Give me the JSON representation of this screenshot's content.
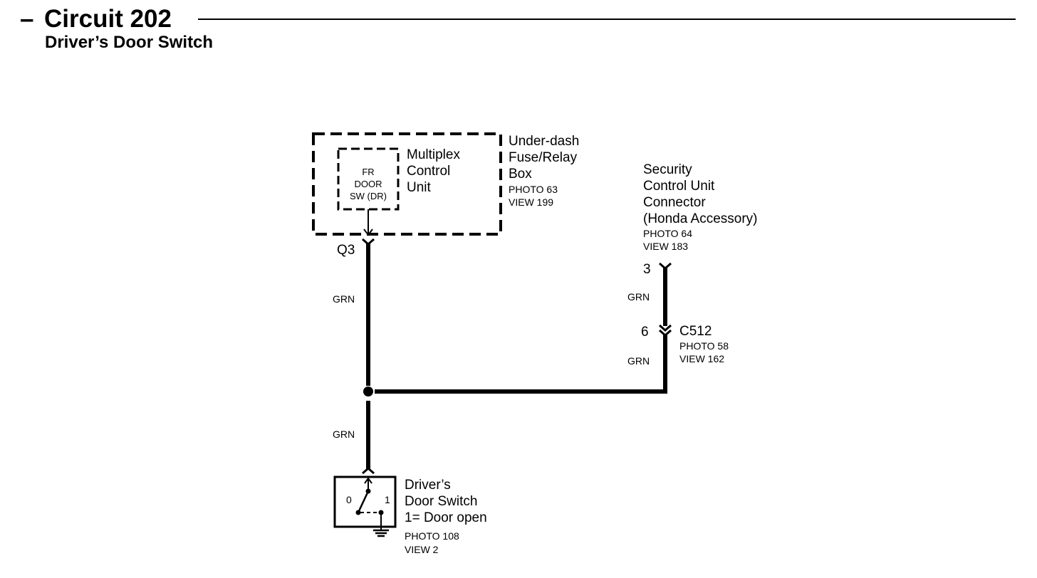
{
  "header": {
    "dash": "–",
    "title": "Circuit 202",
    "subtitle": "Driver’s Door Switch"
  },
  "fuse_box": {
    "name_lines": [
      "Under-dash",
      "Fuse/Relay",
      "Box"
    ],
    "photo": "PHOTO 63",
    "view": "VIEW 199"
  },
  "multiplex": {
    "name_lines": [
      "Multiplex",
      "Control",
      "Unit"
    ],
    "inner_lines": [
      "FR",
      "DOOR",
      "SW (DR)"
    ],
    "pin": "Q3"
  },
  "security": {
    "name_lines": [
      "Security",
      "Control Unit",
      "Connector",
      "(Honda Accessory)"
    ],
    "photo": "PHOTO 64",
    "view": "VIEW 183",
    "pin": "3"
  },
  "c512": {
    "name": "C512",
    "pin": "6",
    "photo": "PHOTO 58",
    "view": "VIEW 162"
  },
  "door_switch": {
    "name_lines": [
      "Driver’s",
      "Door Switch",
      "1= Door open"
    ],
    "photo": "PHOTO 108",
    "view": "VIEW 2",
    "pos0": "0",
    "pos1": "1"
  },
  "wires": {
    "grn_top": "GRN",
    "grn_bottom": "GRN",
    "grn_security": "GRN",
    "grn_c512": "GRN"
  }
}
